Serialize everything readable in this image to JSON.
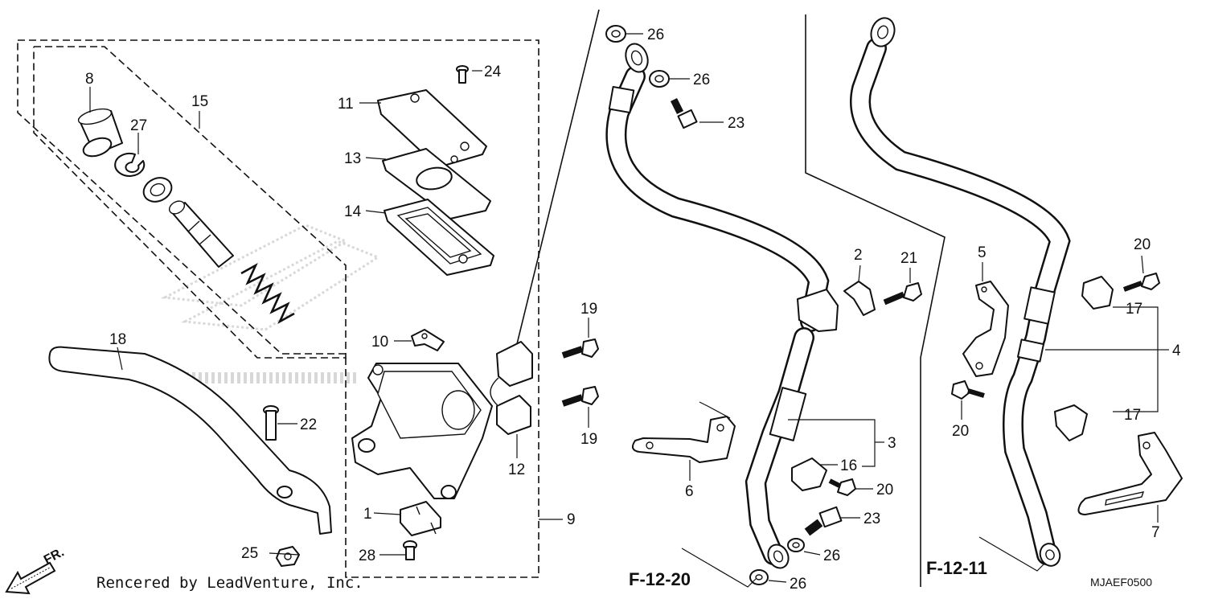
{
  "callouts": {
    "p1": "1",
    "p2": "2",
    "p3": "3",
    "p4": "4",
    "p5": "5",
    "p6": "6",
    "p7": "7",
    "p8": "8",
    "p9": "9",
    "p10": "10",
    "p11": "11",
    "p12": "12",
    "p13": "13",
    "p14": "14",
    "p15": "15",
    "p16": "16",
    "p17a": "17",
    "p17b": "17",
    "p18": "18",
    "p19a": "19",
    "p19b": "19",
    "p20a": "20",
    "p20b": "20",
    "p20c": "20",
    "p21": "21",
    "p22": "22",
    "p23a": "23",
    "p23b": "23",
    "p24": "24",
    "p25": "25",
    "p26a": "26",
    "p26b": "26",
    "p26c": "26",
    "p26d": "26",
    "p27": "27",
    "p28": "28"
  },
  "references": {
    "left": "F-12-20",
    "right": "F-12-11"
  },
  "diagram_code": "MJAEF0500",
  "credit": "Rencered by LeadVenture, Inc.",
  "direction_label": "FR."
}
